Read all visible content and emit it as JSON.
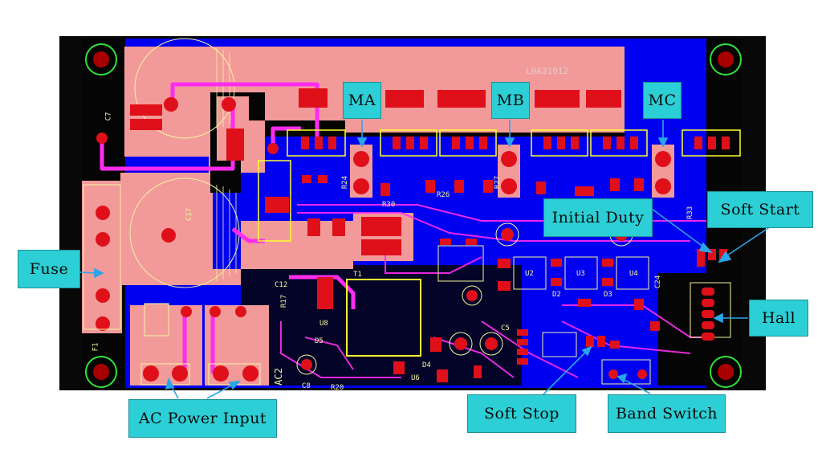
{
  "labels": {
    "ma": "MA",
    "mb": "MB",
    "mc": "MC",
    "fuse": "Fuse",
    "initial_duty": "Initial Duty",
    "soft_start": "Soft Start",
    "hall": "Hall",
    "ac_power_input": "AC Power Input",
    "soft_stop": "Soft Stop",
    "band_switch": "Band Switch"
  },
  "silkscreen": {
    "board_id": "LHA31012",
    "c7": "C7",
    "c17": "C17",
    "f1": "F1",
    "ac2": "AC2",
    "t1": "T1",
    "c12": "C12",
    "r17": "R17",
    "u8": "U8",
    "d5": "D5",
    "c8": "C8",
    "r20": "R20",
    "u6": "U6",
    "d4": "D4",
    "c5": "C5",
    "u2": "U2",
    "u3": "U3",
    "u4": "U4",
    "d2": "D2",
    "d3": "D3",
    "c24": "C24",
    "r33": "R33",
    "r30": "R30",
    "r26": "R26",
    "r27": "R27",
    "r24": "R24"
  },
  "colors": {
    "board": "#0000f0",
    "copper_top": "#f29a9a",
    "pad": "#e0101a",
    "trace": "#ff2cf0",
    "outline": "#f4f4a0",
    "callout": "#2ccfd6",
    "arrow": "#2aa6e8",
    "mount_ring": "#2fe23a"
  }
}
